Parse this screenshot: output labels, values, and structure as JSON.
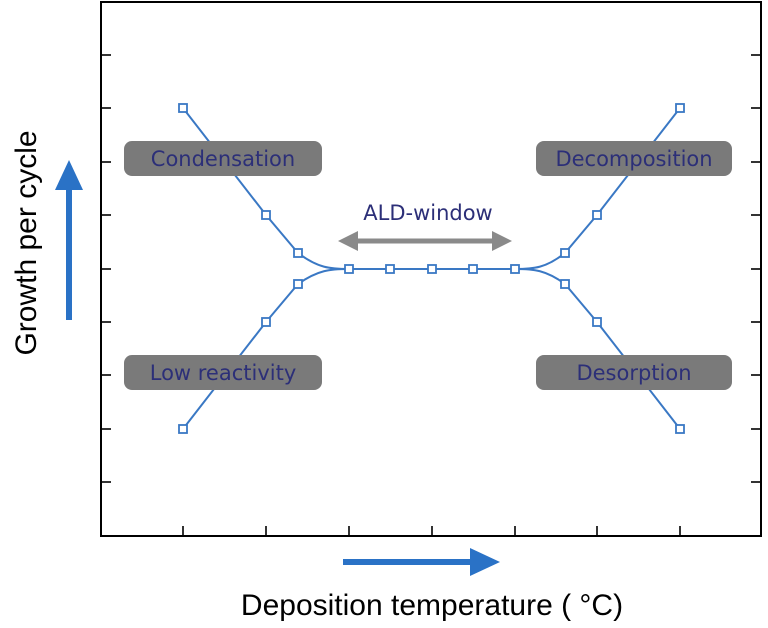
{
  "colors": {
    "curve": "#3a78c4",
    "arrow_blue": "#2a72c6",
    "box_fill": "#7a7a7a",
    "window_arrow": "#8a8a8a",
    "label_text": "#2c2f78",
    "axis": "#000000"
  },
  "labels": {
    "condensation": "Condensation",
    "decomposition": "Decomposition",
    "low_reactivity": "Low reactivity",
    "desorption": "Desorption",
    "ald_window": "ALD-window"
  },
  "axes": {
    "x_title": "Deposition temperature ( °C)",
    "y_title": "Growth per cycle"
  }
}
